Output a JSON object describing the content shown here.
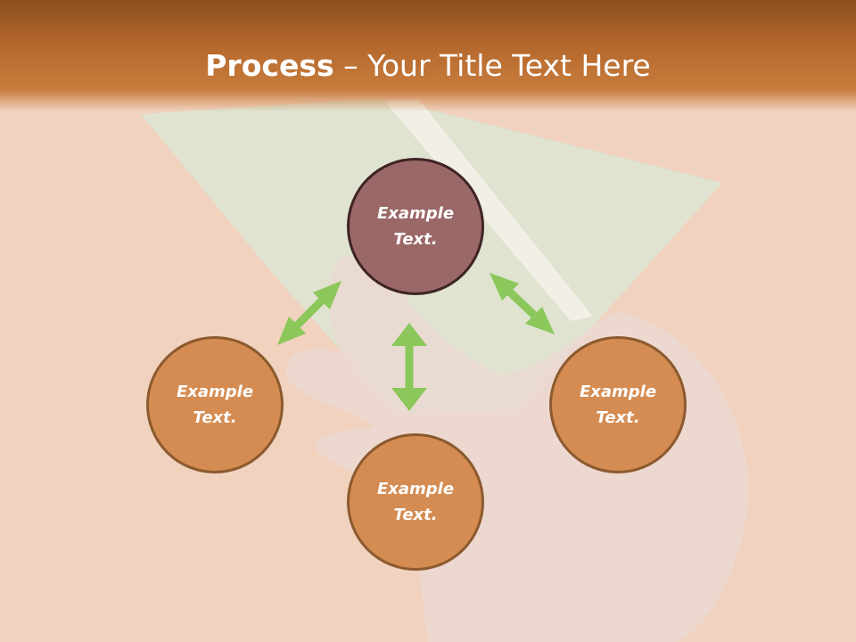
{
  "title": {
    "bold": "Process",
    "rest": " – Your Title Text Here"
  },
  "nodes": {
    "top": "Example\nText.",
    "left": "Example\nText.",
    "right": "Example\nText.",
    "bottom": "Example\nText."
  },
  "colors": {
    "header": "#b5682d",
    "node_fill": "#d48c52",
    "node_center_fill": "#9b6868",
    "arrow": "#8bc75a",
    "background": "#f0d2bf"
  }
}
